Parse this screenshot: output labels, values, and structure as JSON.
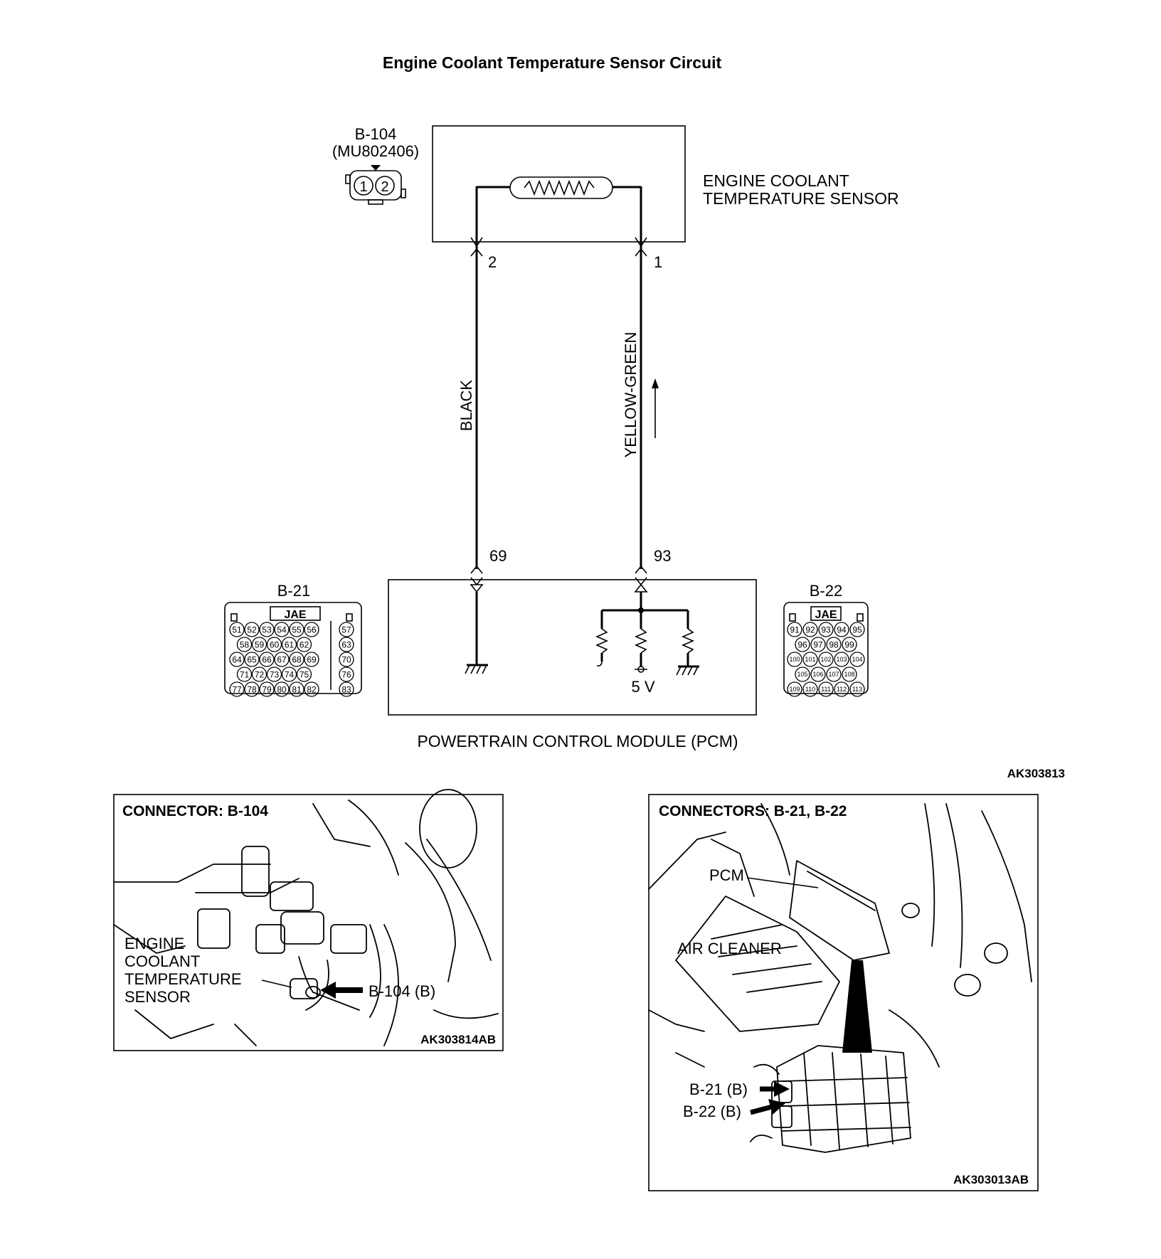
{
  "title": "Engine Coolant Temperature Sensor Circuit",
  "sensor": {
    "connector_id": "B-104",
    "part_number": "(MU802406)",
    "pins": [
      "1",
      "2"
    ],
    "label_line1": "ENGINE COOLANT",
    "label_line2": "TEMPERATURE SENSOR"
  },
  "wires": [
    {
      "sensor_pin": "2",
      "color": "BLACK",
      "pcm_pin": "69"
    },
    {
      "sensor_pin": "1",
      "color": "YELLOW-GREEN",
      "pcm_pin": "93"
    }
  ],
  "pcm": {
    "label": "POWERTRAIN CONTROL MODULE (PCM)",
    "supply": "5 V"
  },
  "connector_b21": {
    "id": "B-21",
    "maker": "JAE",
    "rows": [
      [
        "51",
        "52",
        "53",
        "54",
        "55",
        "56"
      ],
      [
        "58",
        "59",
        "60",
        "61",
        "62"
      ],
      [
        "64",
        "65",
        "66",
        "67",
        "68",
        "69"
      ],
      [
        "71",
        "72",
        "73",
        "74",
        "75"
      ],
      [
        "77",
        "78",
        "79",
        "80",
        "81",
        "82"
      ]
    ],
    "side_pins": [
      "57",
      "63",
      "70",
      "76",
      "83"
    ]
  },
  "connector_b22": {
    "id": "B-22",
    "maker": "JAE",
    "rows": [
      [
        "91",
        "92",
        "93",
        "94",
        "95"
      ],
      [
        "96",
        "97",
        "98",
        "99"
      ],
      [
        "100",
        "101",
        "102",
        "103",
        "104"
      ],
      [
        "105",
        "106",
        "107",
        "108"
      ],
      [
        "109",
        "110",
        "111",
        "112",
        "113"
      ]
    ]
  },
  "circuit_ref": "AK303813",
  "photo_left": {
    "title": "CONNECTOR: B-104",
    "labels": [
      "ENGINE",
      "COOLANT",
      "TEMPERATURE",
      "SENSOR"
    ],
    "callout": "B-104 (B)",
    "ref": "AK303814AB"
  },
  "photo_right": {
    "title": "CONNECTORS: B-21, B-22",
    "pcm_label": "PCM",
    "air_cleaner_label": "AIR CLEANER",
    "callout_b21": "B-21 (B)",
    "callout_b22": "B-22 (B)",
    "ref": "AK303013AB"
  }
}
